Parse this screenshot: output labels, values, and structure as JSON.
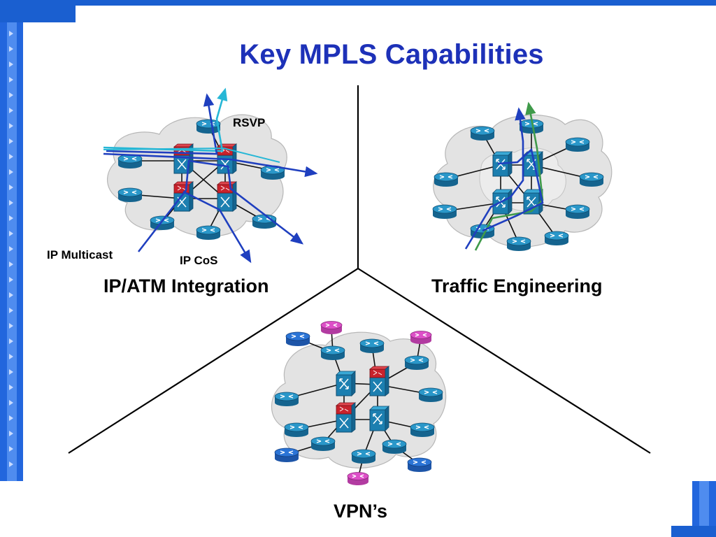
{
  "slide": {
    "title": "Key MPLS Capabilities",
    "sections": {
      "ip_atm": {
        "caption": "IP/ATM Integration",
        "labels": {
          "rsvp": "RSVP",
          "multicast": "IP Multicast",
          "cos": "IP CoS"
        }
      },
      "traffic_engineering": {
        "caption": "Traffic Engineering"
      },
      "vpns": {
        "caption": "VPN’s"
      }
    }
  },
  "colors": {
    "title": "#1d31b8",
    "frame": "#1a5fd0",
    "cloud": "#e3e3e3",
    "router": "#1c7fb0",
    "atm_switch": "#c8222c",
    "vpn_customer_blue": "#2b74d6",
    "vpn_customer_pink": "#dd4fc7",
    "path_blue": "#1f3fbf",
    "path_cyan": "#27b7d6",
    "path_green": "#3f9a4a"
  },
  "icons": [
    "router-icon",
    "atm-switch-icon",
    "cloud-icon",
    "arrow-icon"
  ]
}
